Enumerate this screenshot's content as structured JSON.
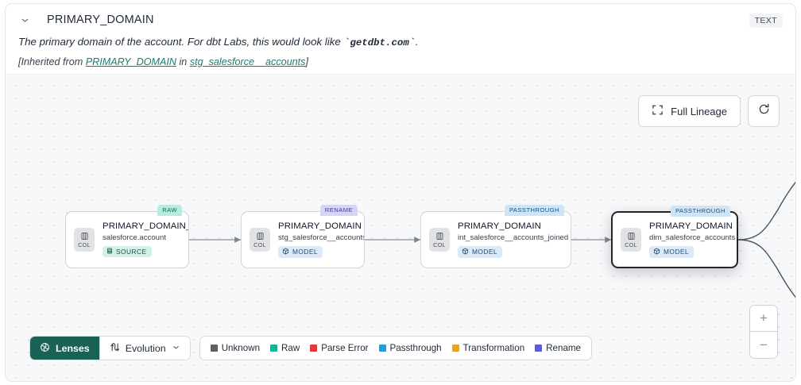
{
  "header": {
    "chevron_icon": "chevron-down-icon",
    "title": "PRIMARY_DOMAIN",
    "type_badge": "TEXT",
    "description_prefix": "The primary domain of the account. For dbt Labs, this would look like ",
    "description_code": "getdbt.com",
    "description_suffix": ".",
    "inherited_prefix": "[Inherited from ",
    "inherited_link_1": "PRIMARY_DOMAIN",
    "inherited_mid": " in ",
    "inherited_link_2": "stg_salesforce__accounts",
    "inherited_suffix": "]"
  },
  "canvas": {
    "full_lineage_label": "Full Lineage",
    "full_lineage_icon": "expand-corners-icon",
    "refresh_icon": "refresh-icon",
    "zoom_in_label": "+",
    "zoom_out_label": "−",
    "nodes": [
      {
        "tag": "RAW",
        "tag_kind": "raw",
        "col_label": "COL",
        "title": "PRIMARY_DOMAIN__C",
        "subtitle": "salesforce.account",
        "kind": "SOURCE",
        "kind_class": "source",
        "selected": false
      },
      {
        "tag": "RENAME",
        "tag_kind": "ren",
        "col_label": "COL",
        "title": "PRIMARY_DOMAIN",
        "subtitle": "stg_salesforce__accounts",
        "kind": "MODEL",
        "kind_class": "model",
        "selected": false
      },
      {
        "tag": "PASSTHROUGH",
        "tag_kind": "pass",
        "col_label": "COL",
        "title": "PRIMARY_DOMAIN",
        "subtitle": "int_salesforce__accounts_joined",
        "kind": "MODEL",
        "kind_class": "model",
        "selected": false
      },
      {
        "tag": "PASSTHROUGH",
        "tag_kind": "pass",
        "col_label": "COL",
        "title": "PRIMARY_DOMAIN",
        "subtitle": "dim_salesforce_accounts",
        "kind": "MODEL",
        "kind_class": "model",
        "selected": true
      }
    ]
  },
  "bottom": {
    "lenses_label": "Lenses",
    "lenses_icon": "lens-icon",
    "evolution_label": "Evolution",
    "evolution_icon": "evolution-arrows-icon",
    "evolution_chevron": "chevron-down-icon",
    "legend": [
      {
        "label": "Unknown",
        "color": "#5b6066"
      },
      {
        "label": "Raw",
        "color": "#13b394"
      },
      {
        "label": "Parse Error",
        "color": "#e03a3a"
      },
      {
        "label": "Passthrough",
        "color": "#1a9fe0"
      },
      {
        "label": "Transformation",
        "color": "#f0a21a"
      },
      {
        "label": "Rename",
        "color": "#5b5be0"
      }
    ]
  }
}
